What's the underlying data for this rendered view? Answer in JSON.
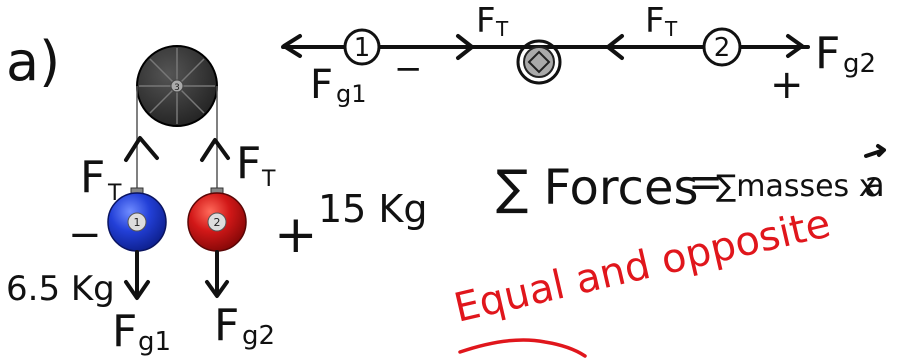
{
  "section_label": "a)",
  "pulley": {
    "label": "3"
  },
  "masses": [
    {
      "number": "1",
      "mass_label": "6.5 Kg",
      "color": "#1f3fd6",
      "tension_label": "F",
      "tension_sub": "T",
      "weight_label": "F",
      "weight_sub": "g1",
      "sign": "−"
    },
    {
      "number": "2",
      "mass_label": "15 Kg",
      "color": "#d11414",
      "tension_label": "F",
      "tension_sub": "T",
      "weight_label": "F",
      "weight_sub": "g2",
      "sign": "+"
    }
  ],
  "fbd": {
    "left_node": "1",
    "right_node": "2",
    "left_force": "F",
    "left_force_sub": "g1",
    "right_force": "F",
    "right_force_sub": "g2",
    "tension_left": "F",
    "tension_left_sub": "T",
    "tension_right": "F",
    "tension_right_sub": "T",
    "left_sign": "−",
    "right_sign": "+"
  },
  "equation": {
    "lhs": "∑ Forces",
    "equals": "=",
    "rhs": "∑masses x",
    "vector": "a"
  },
  "annotation": "Equal and opposite",
  "colors": {
    "ink": "#111111",
    "annotation": "#e0161c",
    "pulley": "#2a2a2a"
  }
}
